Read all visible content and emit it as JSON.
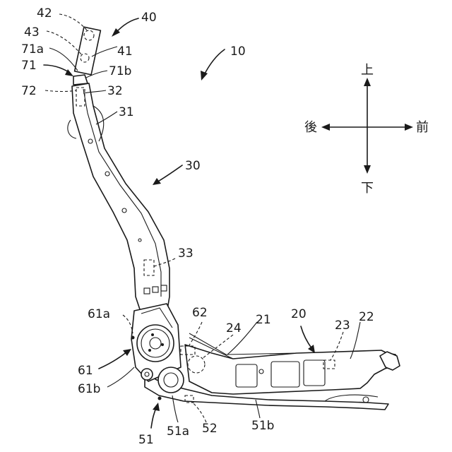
{
  "labels": {
    "l42": "42",
    "l43": "43",
    "l40": "40",
    "l71a": "71a",
    "l41": "41",
    "l10": "10",
    "l71": "71",
    "l71b": "71b",
    "l72": "72",
    "l32": "32",
    "l31": "31",
    "l30": "30",
    "l33": "33",
    "l61a": "61a",
    "l62": "62",
    "l24": "24",
    "l21": "21",
    "l20": "20",
    "l23": "23",
    "l22": "22",
    "l61": "61",
    "l61b": "61b",
    "l51": "51",
    "l51a": "51a",
    "l52": "52",
    "l51b": "51b"
  },
  "directions": {
    "up": "上",
    "down": "下",
    "rear": "後",
    "front": "前"
  }
}
